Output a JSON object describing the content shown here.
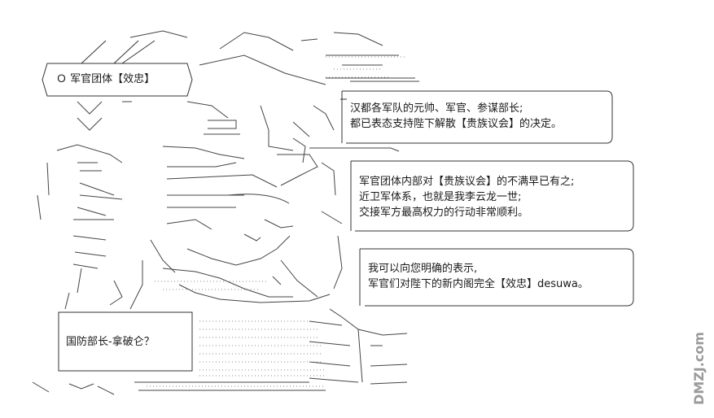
{
  "labels": {
    "top_tag": "Ｏ 军官团体【效忠】",
    "bottom_tag": "国防部长-拿破仑？"
  },
  "speech": {
    "bubble_1": [
      "汉都各军队的元帅、军官、参谋部长;",
      "都已表态支持陛下解散【贵族议会】的决定。"
    ],
    "bubble_2": [
      "军官团体内部对【贵族议会】的不满早已有之;",
      "近卫军体系，也就是我李云龙一世;",
      "交接军方最高权力的行动非常顺利。"
    ],
    "bubble_3": [
      "我可以向您明确的表示,",
      "军官们对陛下的新内阁完全【效忠】desuwa。"
    ]
  },
  "watermark": {
    "text": "DMZJ.com"
  },
  "colors": {
    "ink": "#1a1a1a",
    "background": "#ffffff",
    "watermark": "#9a9a9a"
  }
}
